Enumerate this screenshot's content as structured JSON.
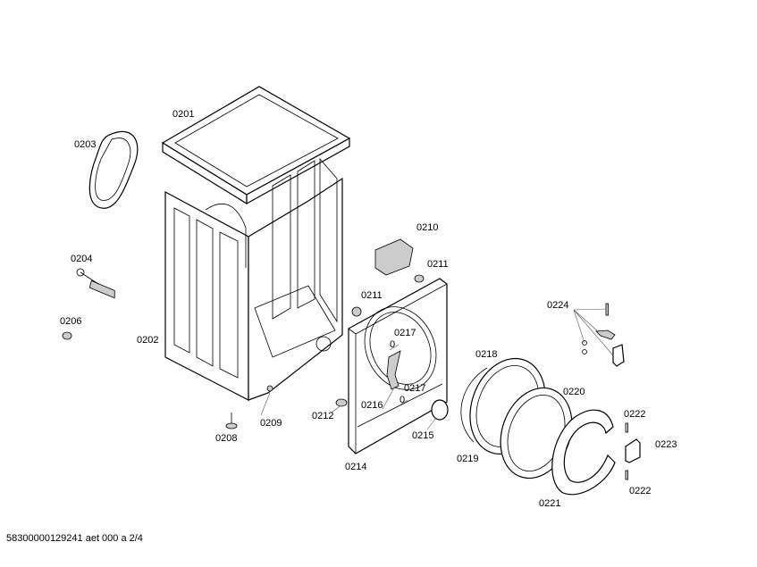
{
  "diagram": {
    "labels": {
      "p0201": "0201",
      "p0202": "0202",
      "p0203": "0203",
      "p0204": "0204",
      "p0206": "0206",
      "p0208": "0208",
      "p0209": "0209",
      "p0210": "0210",
      "p0211a": "0211",
      "p0211b": "0211",
      "p0212": "0212",
      "p0214": "0214",
      "p0215": "0215",
      "p0216": "0216",
      "p0217a": "0217",
      "p0217b": "0217",
      "p0218": "0218",
      "p0219": "0219",
      "p0220": "0220",
      "p0221": "0221",
      "p0222a": "0222",
      "p0222b": "0222",
      "p0223": "0223",
      "p0224": "0224"
    },
    "footer": "58300000129241 aet 000 a 2/4"
  }
}
